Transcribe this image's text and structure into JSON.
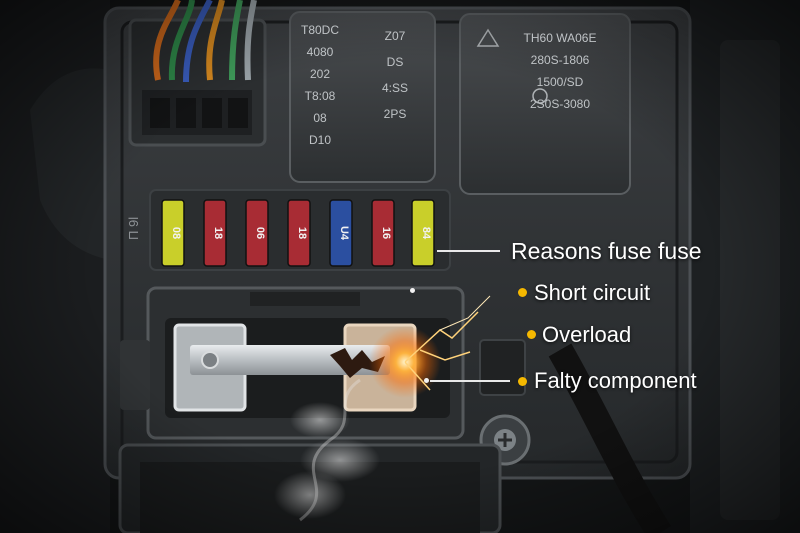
{
  "annotations": {
    "title": "Reasons fuse fuse",
    "items": [
      {
        "label": "Short circuit"
      },
      {
        "label": "Overload"
      },
      {
        "label": "Falty component"
      }
    ]
  },
  "fuses": [
    {
      "text": "08",
      "color": "#c9cf2a"
    },
    {
      "text": "18",
      "color": "#a82c34"
    },
    {
      "text": "06",
      "color": "#a82c34"
    },
    {
      "text": "18",
      "color": "#a82c34"
    },
    {
      "text": "U4",
      "color": "#2b4fa0"
    },
    {
      "text": "16",
      "color": "#a82c34"
    },
    {
      "text": "84",
      "color": "#c9cf2a"
    }
  ],
  "relays": [
    {
      "lines": [
        "T80DC",
        "4080",
        "202",
        "T8:08",
        "08",
        "D10"
      ]
    },
    {
      "lines": [
        "Z07",
        "DS",
        "4:SS",
        "2PS"
      ]
    },
    {
      "lines": [
        "TH60 WA06E",
        "280S-1806",
        "1500/SD",
        "2S0S-3080"
      ]
    }
  ],
  "colors": {
    "accent": "#f5b800",
    "wire_colors": [
      "#d26a1c",
      "#2f8a4a",
      "#3a5ec0",
      "#d88a20",
      "#3f9c5a",
      "#9aa3a8"
    ]
  }
}
